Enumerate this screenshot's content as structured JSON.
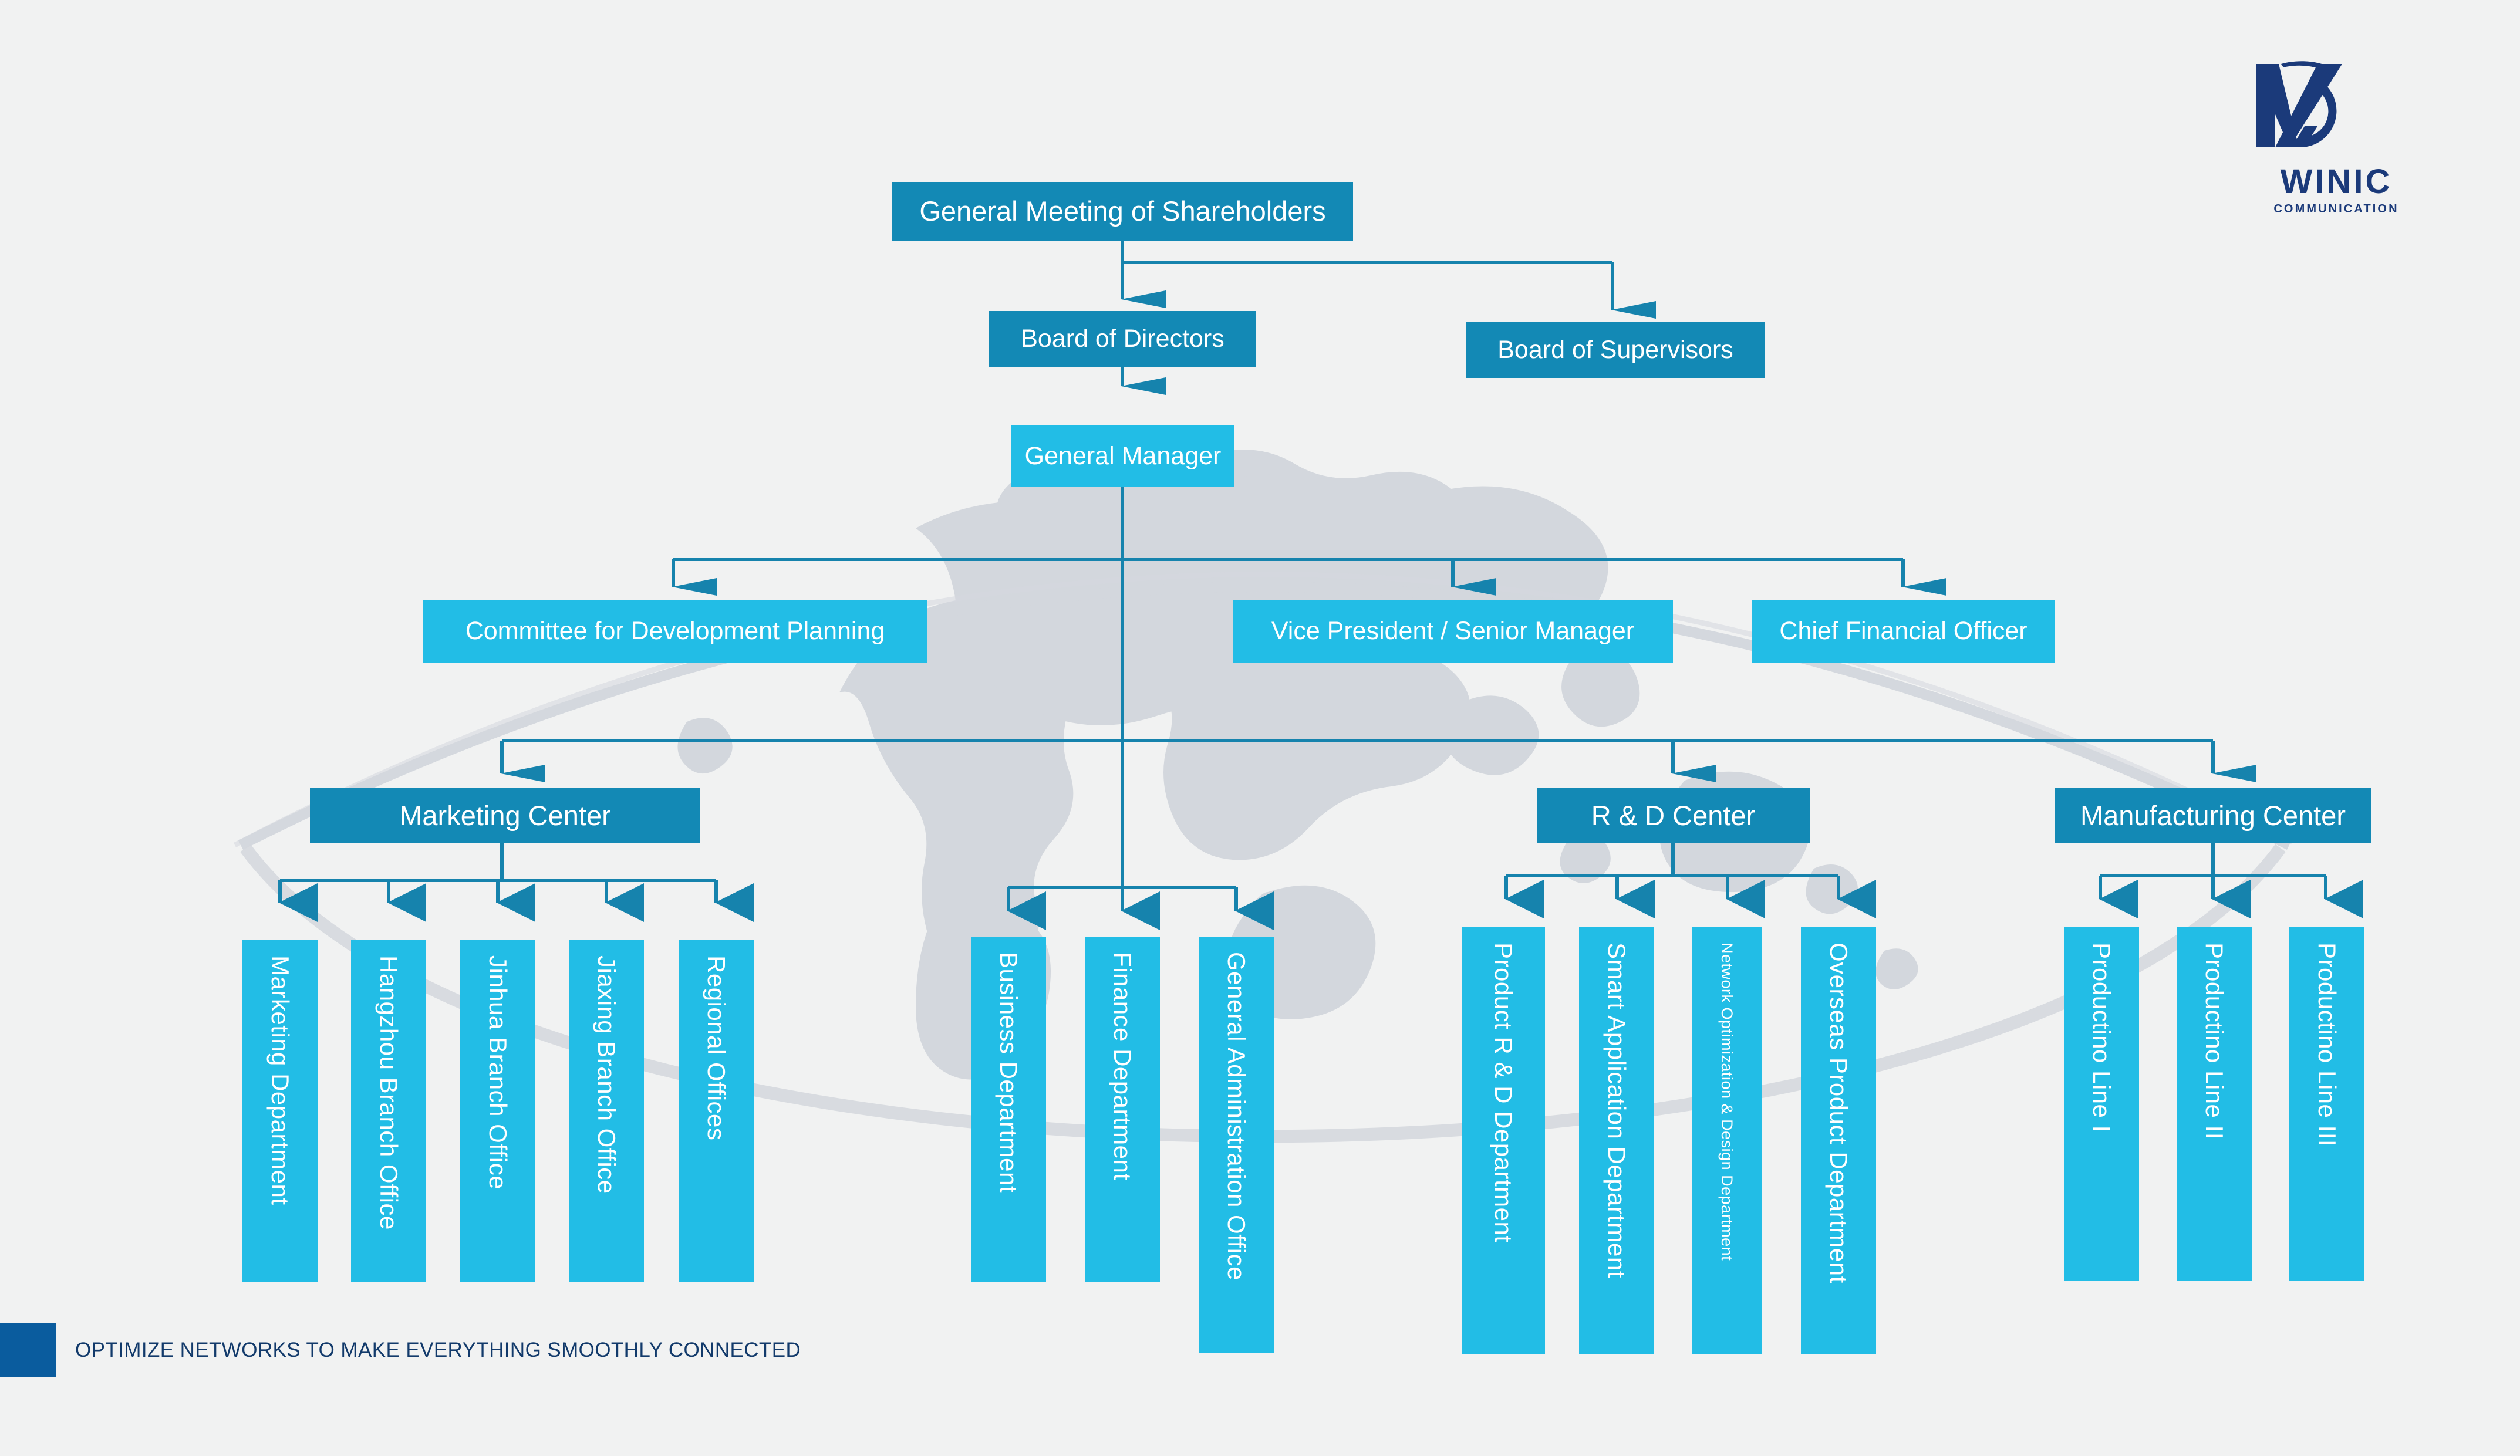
{
  "brand": {
    "logo_icon": "winic-w-swoosh-logo",
    "name": "WINIC",
    "subtitle": "COMMUNICATION",
    "color": "#1b3a7a"
  },
  "footer": {
    "tagline": "OPTIMIZE NETWORKS TO MAKE EVERYTHING SMOOTHLY CONNECTED",
    "swatch_color": "#0a5c9e",
    "text_color": "#123a6b"
  },
  "theme": {
    "background": "#f1f2f2",
    "dark_blue": "#1389b5",
    "light_blue": "#22bde6",
    "connector": "#1683ad",
    "map_grey": "#d2d6dc"
  },
  "chart_data": {
    "type": "diagram",
    "title": "Organization Chart",
    "levels": [
      {
        "level": 1,
        "nodes": [
          "General Meeting of Shareholders"
        ]
      },
      {
        "level": 2,
        "nodes": [
          "Board of Directors",
          "Board of Supervisors"
        ]
      },
      {
        "level": 3,
        "nodes": [
          "General Manager"
        ]
      },
      {
        "level": 4,
        "nodes": [
          "Committee for Development Planning",
          "Vice President / Senior Manager",
          "Chief Financial Officer"
        ]
      },
      {
        "level": 5,
        "nodes": [
          "Marketing Center",
          "R & D Center",
          "Manufacturing Center"
        ]
      },
      {
        "level": 6,
        "nodes": [
          "Marketing Department",
          "Hangzhou Branch Office",
          "Jinhua Branch Office",
          "Jiaxing Branch Office",
          "Regional Offices",
          "Business Department",
          "Finance Department",
          "General Administration Office",
          "Product R & D Department",
          "Smart Application Department",
          "Network Optimization & Design Department",
          "Overseas Product Department",
          "Productino Line I",
          "Productino Line II",
          "Productino Line III"
        ]
      }
    ],
    "edges": [
      [
        "General Meeting of Shareholders",
        "Board of Directors"
      ],
      [
        "General Meeting of Shareholders",
        "Board of Supervisors"
      ],
      [
        "Board of Directors",
        "General Manager"
      ],
      [
        "General Manager",
        "Committee for Development Planning"
      ],
      [
        "General Manager",
        "Vice President / Senior Manager"
      ],
      [
        "General Manager",
        "Chief Financial Officer"
      ],
      [
        "General Manager",
        "Marketing Center"
      ],
      [
        "General Manager",
        "R & D Center"
      ],
      [
        "General Manager",
        "Manufacturing Center"
      ],
      [
        "Marketing Center",
        "Marketing Department"
      ],
      [
        "Marketing Center",
        "Hangzhou Branch Office"
      ],
      [
        "Marketing Center",
        "Jinhua Branch Office"
      ],
      [
        "Marketing Center",
        "Jiaxing Branch Office"
      ],
      [
        "Marketing Center",
        "Regional Offices"
      ],
      [
        "General Manager",
        "Business Department"
      ],
      [
        "General Manager",
        "Finance Department"
      ],
      [
        "General Manager",
        "General Administration Office"
      ],
      [
        "R & D Center",
        "Product R & D Department"
      ],
      [
        "R & D Center",
        "Smart Application Department"
      ],
      [
        "R & D Center",
        "Network Optimization & Design Department"
      ],
      [
        "R & D Center",
        "Overseas Product Department"
      ],
      [
        "Manufacturing Center",
        "Productino Line I"
      ],
      [
        "Manufacturing Center",
        "Productino Line II"
      ],
      [
        "Manufacturing Center",
        "Productino Line III"
      ]
    ]
  },
  "nodes": {
    "shareholders": "General Meeting of Shareholders",
    "board_directors": "Board of Directors",
    "board_supervisors": "Board of Supervisors",
    "general_manager": "General Manager",
    "committee": "Committee for Development Planning",
    "vice_president": "Vice President / Senior Manager",
    "cfo": "Chief Financial Officer",
    "marketing_center": "Marketing Center",
    "rd_center": "R & D Center",
    "manufacturing_center": "Manufacturing Center",
    "marketing_dept": "Marketing Department",
    "hangzhou": "Hangzhou Branch Office",
    "jinhua": "Jinhua Branch Office",
    "jiaxing": "Jiaxing Branch Office",
    "regional": "Regional Offices",
    "business_dept": "Business Department",
    "finance_dept": "Finance Department",
    "general_admin": "General Administration Office",
    "product_rd": "Product R & D Department",
    "smart_app": "Smart Application Department",
    "network_opt": "Network Optimization & Design Department",
    "overseas": "Overseas Product Department",
    "line1": "Productino Line I",
    "line2": "Productino Line II",
    "line3": "Productino Line III"
  }
}
